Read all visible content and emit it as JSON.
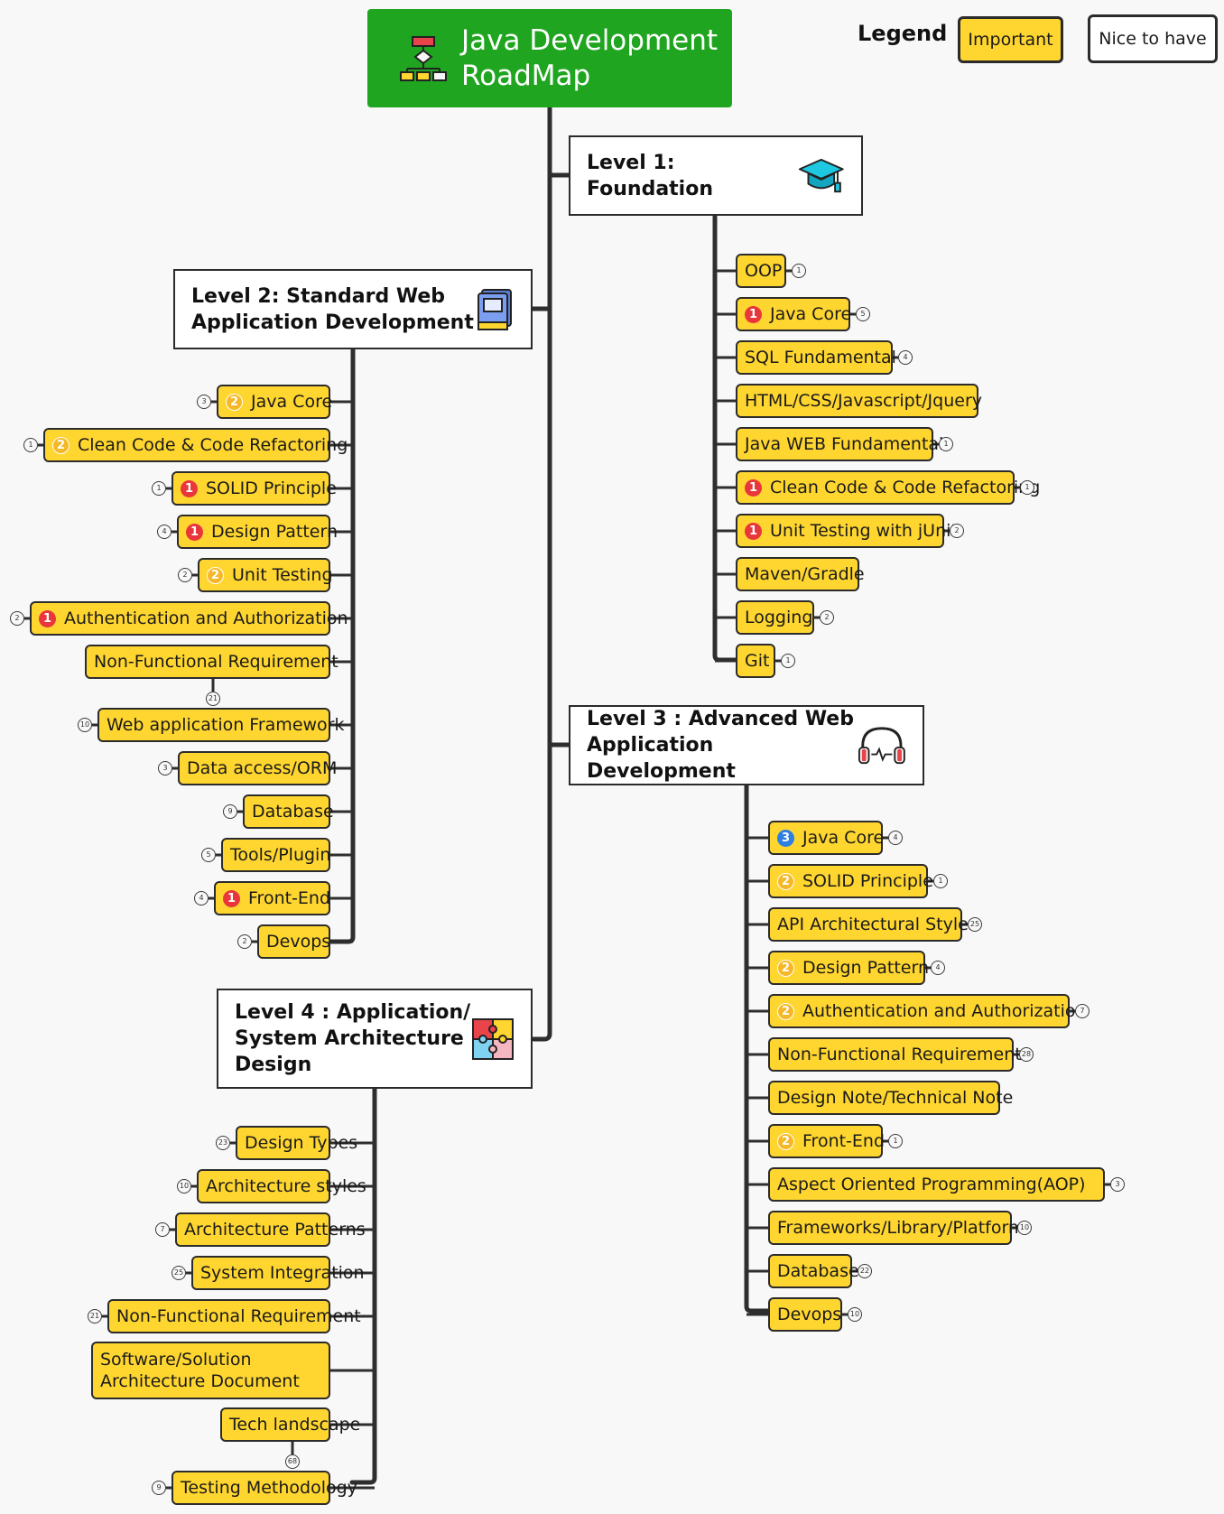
{
  "root": {
    "title_line1": "Java Development",
    "title_line2": "RoadMap",
    "icon": "flowchart-icon"
  },
  "legend": {
    "title": "Legend",
    "important": "Important",
    "nice_to_have": "Nice to have"
  },
  "colors": {
    "root": "#1fa51f",
    "node": "#ffd630",
    "priority_1": "#e8363b",
    "priority_2": "#f7b827",
    "priority_3": "#2d7fe0"
  },
  "levels": [
    {
      "title": "Level 1: Foundation",
      "icon": "graduation-cap-icon",
      "items": [
        {
          "label": "OOP",
          "priority": null,
          "count": "1"
        },
        {
          "label": "Java Core",
          "priority": "1",
          "count": "5"
        },
        {
          "label": "SQL Fundamental",
          "priority": null,
          "count": "4"
        },
        {
          "label": "HTML/CSS/Javascript/Jquery",
          "priority": null,
          "count": null
        },
        {
          "label": "Java WEB Fundamental",
          "priority": null,
          "count": "1"
        },
        {
          "label": "Clean Code & Code Refactoring",
          "priority": "1",
          "count": "1"
        },
        {
          "label": "Unit Testing with jUnit",
          "priority": "1",
          "count": "2"
        },
        {
          "label": "Maven/Gradle",
          "priority": null,
          "count": null
        },
        {
          "label": "Logging",
          "priority": null,
          "count": "2"
        },
        {
          "label": "Git",
          "priority": null,
          "count": "1"
        }
      ]
    },
    {
      "title_line1": "Level 2: Standard Web",
      "title_line2": "Application Development",
      "icon": "book-icon",
      "items": [
        {
          "label": "Java Core",
          "priority": "2",
          "count": "3"
        },
        {
          "label": "Clean Code & Code Refactoring",
          "priority": "2",
          "count": "1"
        },
        {
          "label": "SOLID Principle",
          "priority": "1",
          "count": "1"
        },
        {
          "label": "Design Pattern",
          "priority": "1",
          "count": "4"
        },
        {
          "label": "Unit Testing",
          "priority": "2",
          "count": "2"
        },
        {
          "label": "Authentication and Authorization",
          "priority": "1",
          "count": "2"
        },
        {
          "label": "Non-Functional Requirement",
          "priority": null,
          "count": "21"
        },
        {
          "label": "Web application Framework",
          "priority": null,
          "count": "10"
        },
        {
          "label": "Data access/ORM",
          "priority": null,
          "count": "3"
        },
        {
          "label": "Database",
          "priority": null,
          "count": "9"
        },
        {
          "label": "Tools/Plugin",
          "priority": null,
          "count": "5"
        },
        {
          "label": "Front-End",
          "priority": "1",
          "count": "4"
        },
        {
          "label": "Devops",
          "priority": null,
          "count": "2"
        }
      ]
    },
    {
      "title_line1": "Level 3 : Advanced Web",
      "title_line2": "Application Development",
      "icon": "headphones-icon",
      "items": [
        {
          "label": "Java Core",
          "priority": "3",
          "count": "4"
        },
        {
          "label": "SOLID Principle",
          "priority": "2",
          "count": "1"
        },
        {
          "label": "API Architectural Styles",
          "priority": null,
          "count": "25"
        },
        {
          "label": "Design Pattern",
          "priority": "2",
          "count": "4"
        },
        {
          "label": "Authentication and Authorization",
          "priority": "2",
          "count": "7"
        },
        {
          "label": "Non-Functional Requirement",
          "priority": null,
          "count": "28"
        },
        {
          "label": "Design Note/Technical Note",
          "priority": null,
          "count": null
        },
        {
          "label": "Front-End",
          "priority": "2",
          "count": "1"
        },
        {
          "label": "Aspect Oriented Programming(AOP)",
          "priority": null,
          "count": "3"
        },
        {
          "label": "Frameworks/Library/Platform",
          "priority": null,
          "count": "10"
        },
        {
          "label": "Database",
          "priority": null,
          "count": "22"
        },
        {
          "label": "Devops",
          "priority": null,
          "count": "10"
        }
      ]
    },
    {
      "title_line1": "Level 4 : Application/",
      "title_line2": "System Architecture",
      "title_line3": "Design",
      "icon": "puzzle-icon",
      "items": [
        {
          "label": "Design Types",
          "priority": null,
          "count": "23"
        },
        {
          "label": "Architecture styles",
          "priority": null,
          "count": "10"
        },
        {
          "label": "Architecture Patterns",
          "priority": null,
          "count": "7"
        },
        {
          "label": "System Integration",
          "priority": null,
          "count": "25"
        },
        {
          "label": "Non-Functional Requirement",
          "priority": null,
          "count": "21"
        },
        {
          "label": "Software/Solution Architecture Document",
          "priority": null,
          "count": null
        },
        {
          "label": "Tech landscape",
          "priority": null,
          "count": "68"
        },
        {
          "label": "Testing Methodology",
          "priority": null,
          "count": "9"
        }
      ]
    }
  ]
}
